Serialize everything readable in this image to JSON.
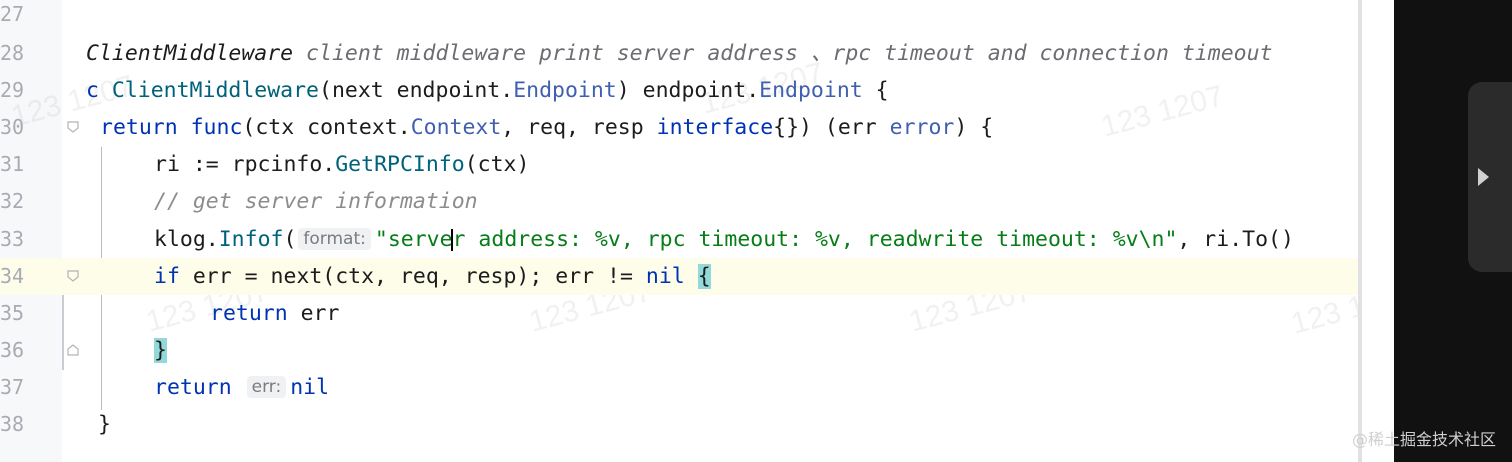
{
  "editor": {
    "lines": [
      {
        "num": "27"
      },
      {
        "num": "28"
      },
      {
        "num": "29"
      },
      {
        "num": "30"
      },
      {
        "num": "31"
      },
      {
        "num": "32"
      },
      {
        "num": "33"
      },
      {
        "num": "34"
      },
      {
        "num": "35"
      },
      {
        "num": "36"
      },
      {
        "num": "37"
      },
      {
        "num": "38"
      }
    ],
    "tokens": {
      "l28_name": "ClientMiddleware",
      "l28_doc": " client middleware print server address 、rpc timeout and connection timeout",
      "l29_kw": "c ",
      "l29_fn": "ClientMiddleware",
      "l29_a": "(next ",
      "l29_pkg1": "endpoint",
      "l29_dot1": ".",
      "l29_ty1": "Endpoint",
      "l29_b": ") ",
      "l29_pkg2": "endpoint",
      "l29_dot2": ".",
      "l29_ty2": "Endpoint",
      "l29_c": " {",
      "l30_ret": "return ",
      "l30_func": "func",
      "l30_a": "(ctx ",
      "l30_pkg": "context",
      "l30_dot": ".",
      "l30_ty": "Context",
      "l30_b": ", req, resp ",
      "l30_iface": "interface",
      "l30_c": "{}) (err ",
      "l30_err": "error",
      "l30_d": ") {",
      "l31_a": "ri := ",
      "l31_pkg": "rpcinfo",
      "l31_dot": ".",
      "l31_fn": "GetRPCInfo",
      "l31_b": "(ctx)",
      "l32_cm": "// get server information",
      "l33_pkg": "klog",
      "l33_dot": ".",
      "l33_fn": "Infof",
      "l33_paren": "(",
      "l33_hint": "format:",
      "l33_str1": "\"serve",
      "l33_str2": "r address: %v, rpc timeout: %v, readwrite timeout: %v\\n\"",
      "l33_tail": ", ri.To()",
      "l34_if": "if",
      "l34_a": " err = next(ctx, req, resp); err != ",
      "l34_nil": "nil",
      "l34_sp": " ",
      "l34_brace": "{",
      "l35_ret": "return",
      "l35_a": " err",
      "l36_brace": "}",
      "l37_ret": "return",
      "l37_hint": "err:",
      "l37_nil": "nil",
      "l38_brace": "}"
    }
  },
  "watermark": {
    "text": "123 1207"
  },
  "site_mark": "@稀土掘金技术社区",
  "colors": {
    "keyword": "#0033b3",
    "function": "#00627a",
    "type": "#3f5fb0",
    "string": "#067d17",
    "comment": "#8c8c8c",
    "current_line": "#fefde9",
    "brace_match": "#93d9d9"
  }
}
